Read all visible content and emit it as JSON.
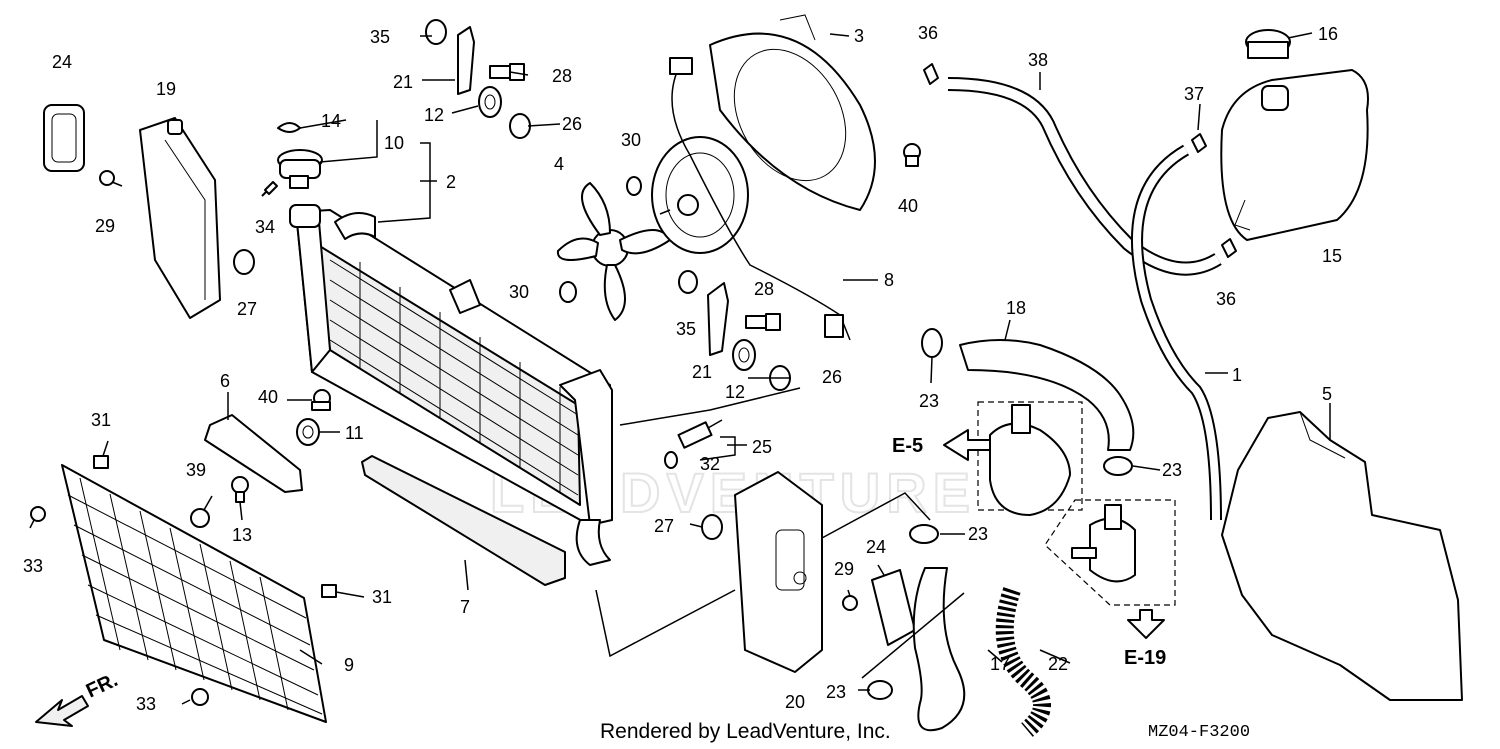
{
  "diagram": {
    "callouts": [
      {
        "id": "c1",
        "text": "1"
      },
      {
        "id": "c2",
        "text": "2"
      },
      {
        "id": "c3",
        "text": "3"
      },
      {
        "id": "c4",
        "text": "4"
      },
      {
        "id": "c5",
        "text": "5"
      },
      {
        "id": "c6",
        "text": "6"
      },
      {
        "id": "c7",
        "text": "7"
      },
      {
        "id": "c8",
        "text": "8"
      },
      {
        "id": "c9",
        "text": "9"
      },
      {
        "id": "c10",
        "text": "10"
      },
      {
        "id": "c11",
        "text": "11"
      },
      {
        "id": "c12a",
        "text": "12"
      },
      {
        "id": "c12b",
        "text": "12"
      },
      {
        "id": "c13",
        "text": "13"
      },
      {
        "id": "c14",
        "text": "14"
      },
      {
        "id": "c15",
        "text": "15"
      },
      {
        "id": "c16",
        "text": "16"
      },
      {
        "id": "c17",
        "text": "17"
      },
      {
        "id": "c18",
        "text": "18"
      },
      {
        "id": "c19",
        "text": "19"
      },
      {
        "id": "c20",
        "text": "20"
      },
      {
        "id": "c21a",
        "text": "21"
      },
      {
        "id": "c21b",
        "text": "21"
      },
      {
        "id": "c22",
        "text": "22"
      },
      {
        "id": "c23a",
        "text": "23"
      },
      {
        "id": "c23b",
        "text": "23"
      },
      {
        "id": "c23c",
        "text": "23"
      },
      {
        "id": "c23d",
        "text": "23"
      },
      {
        "id": "c24a",
        "text": "24"
      },
      {
        "id": "c24b",
        "text": "24"
      },
      {
        "id": "c25",
        "text": "25"
      },
      {
        "id": "c26a",
        "text": "26"
      },
      {
        "id": "c26b",
        "text": "26"
      },
      {
        "id": "c27a",
        "text": "27"
      },
      {
        "id": "c27b",
        "text": "27"
      },
      {
        "id": "c28a",
        "text": "28"
      },
      {
        "id": "c28b",
        "text": "28"
      },
      {
        "id": "c29a",
        "text": "29"
      },
      {
        "id": "c29b",
        "text": "29"
      },
      {
        "id": "c30a",
        "text": "30"
      },
      {
        "id": "c30b",
        "text": "30"
      },
      {
        "id": "c31a",
        "text": "31"
      },
      {
        "id": "c31b",
        "text": "31"
      },
      {
        "id": "c32",
        "text": "32"
      },
      {
        "id": "c33a",
        "text": "33"
      },
      {
        "id": "c33b",
        "text": "33"
      },
      {
        "id": "c34",
        "text": "34"
      },
      {
        "id": "c35a",
        "text": "35"
      },
      {
        "id": "c35b",
        "text": "35"
      },
      {
        "id": "c36a",
        "text": "36"
      },
      {
        "id": "c36b",
        "text": "36"
      },
      {
        "id": "c37",
        "text": "37"
      },
      {
        "id": "c38",
        "text": "38"
      },
      {
        "id": "c39",
        "text": "39"
      },
      {
        "id": "c40a",
        "text": "40"
      },
      {
        "id": "c40b",
        "text": "40"
      }
    ],
    "references": {
      "e5": "E-5",
      "e19": "E-19"
    },
    "front_marker": "FR.",
    "footer": "Rendered by LeadVenture, Inc.",
    "diagram_code": "MZ04-F3200",
    "watermark": "LEADVENTURE"
  }
}
